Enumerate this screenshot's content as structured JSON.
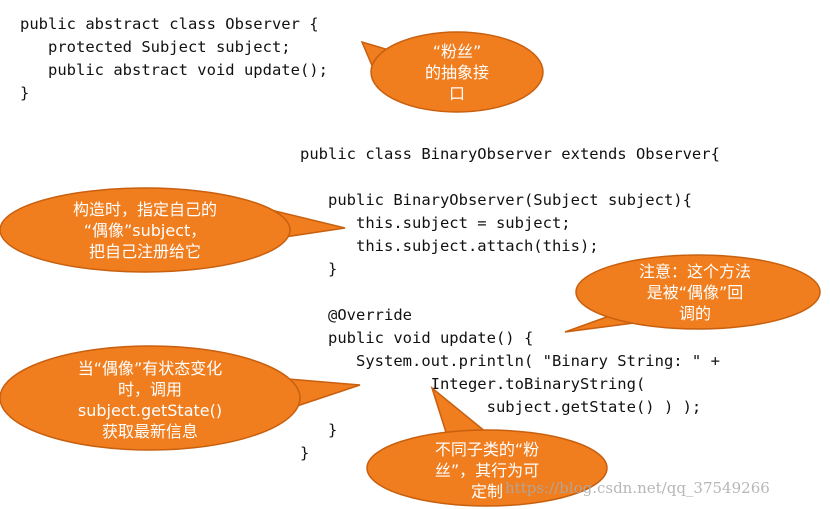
{
  "observer_code": [
    "public abstract class Observer {",
    "   protected Subject subject;",
    "   public abstract void update();",
    "}"
  ],
  "binary_code": [
    "public class BinaryObserver extends Observer{",
    "",
    "   public BinaryObserver(Subject subject){",
    "      this.subject = subject;",
    "      this.subject.attach(this);",
    "   }",
    "",
    "   @Override",
    "   public void update() {",
    "      System.out.println( \"Binary String: \" +",
    "              Integer.toBinaryString(",
    "                    subject.getState() ) );",
    "   }",
    "}"
  ],
  "callouts": {
    "fans_interface": [
      "“粉丝”",
      "的抽象接",
      "口"
    ],
    "constructor_note": [
      "构造时，指定自己的",
      "“偶像”subject，",
      "把自己注册给它"
    ],
    "callback_note": [
      "注意：这个方法",
      "是被“偶像”回",
      "调的"
    ],
    "state_change_note": [
      "当“偶像”有状态变化",
      "时，调用",
      "subject.getState()",
      "获取最新信息"
    ],
    "subclass_note": [
      "不同子类的“粉",
      "丝”，其行为可",
      "定制"
    ]
  },
  "callout_color": "#f07d1e",
  "watermark": "https://blog.csdn.net/qq_37549266"
}
